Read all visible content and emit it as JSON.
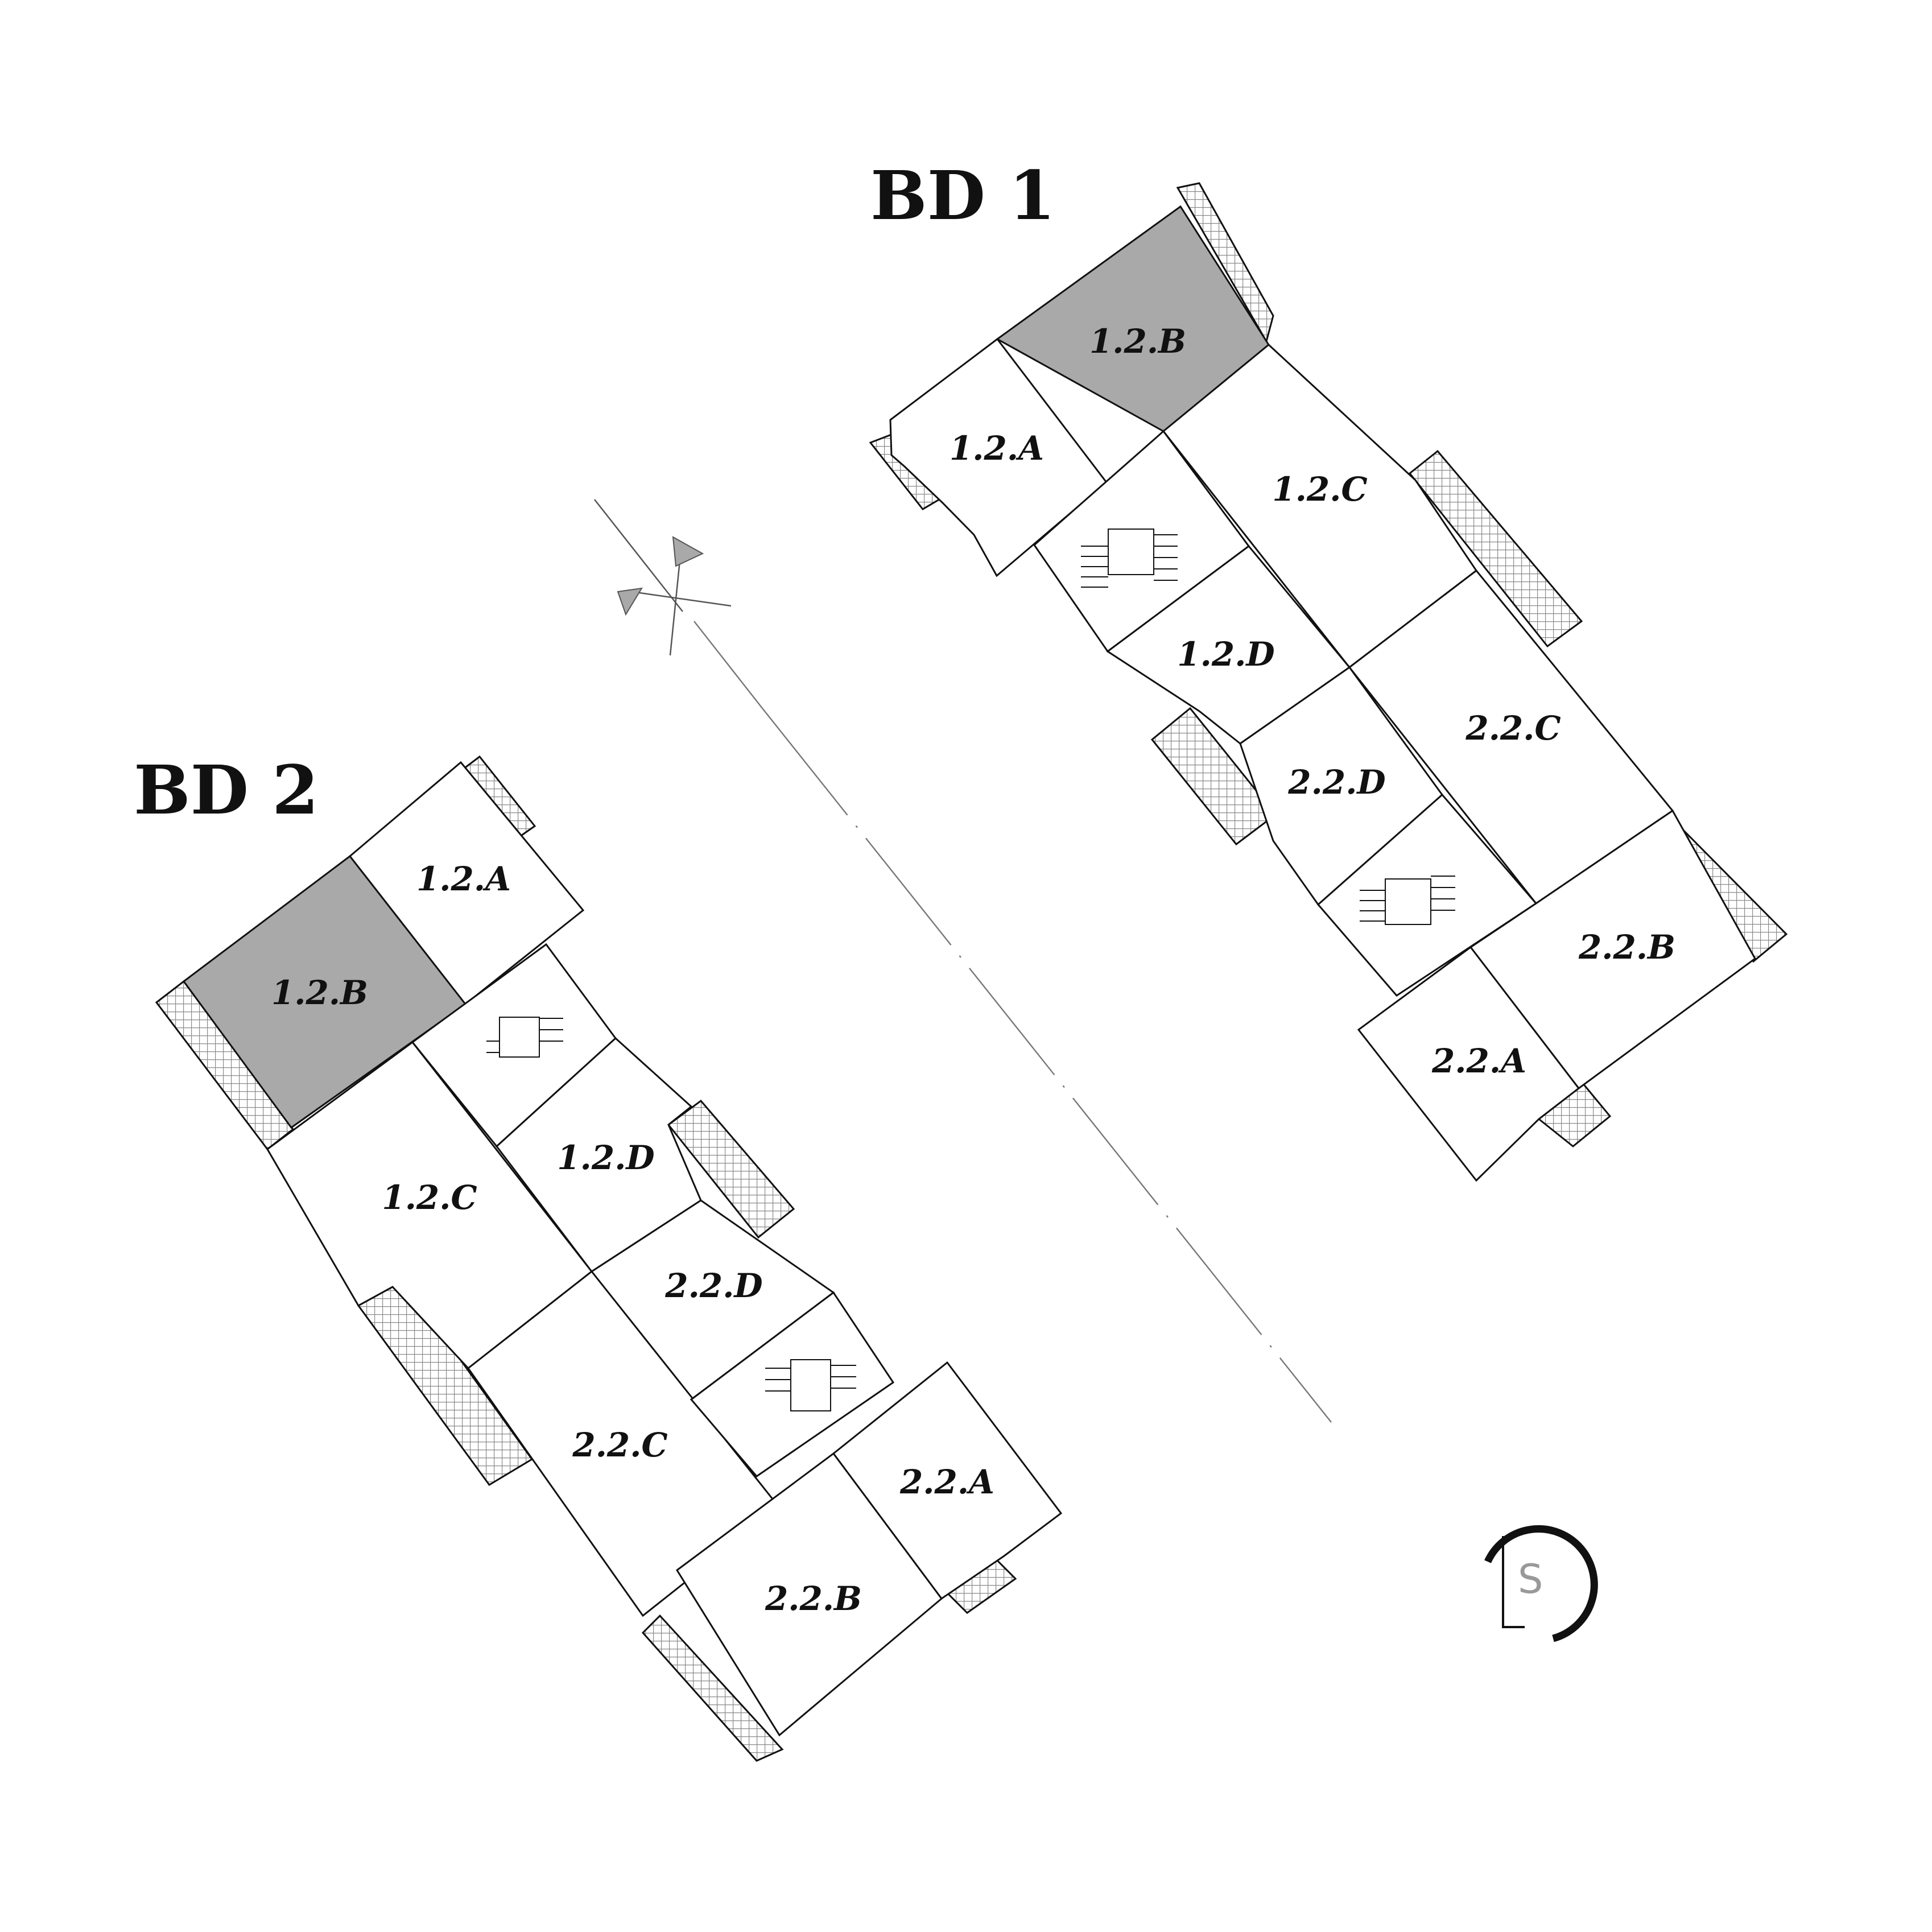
{
  "buildings": [
    {
      "title": "BD 1",
      "units": [
        {
          "key": "b1-1-2-b",
          "label": "1.2.B",
          "highlighted": true
        },
        {
          "key": "b1-1-2-a",
          "label": "1.2.A",
          "highlighted": false
        },
        {
          "key": "b1-1-2-c",
          "label": "1.2.C",
          "highlighted": false
        },
        {
          "key": "b1-1-2-d",
          "label": "1.2.D",
          "highlighted": false
        },
        {
          "key": "b1-2-2-c",
          "label": "2.2.C",
          "highlighted": false
        },
        {
          "key": "b1-2-2-d",
          "label": "2.2.D",
          "highlighted": false
        },
        {
          "key": "b1-2-2-b",
          "label": "2.2.B",
          "highlighted": false
        },
        {
          "key": "b1-2-2-a",
          "label": "2.2.A",
          "highlighted": false
        }
      ]
    },
    {
      "title": "BD 2",
      "units": [
        {
          "key": "b2-1-2-a",
          "label": "1.2.A",
          "highlighted": false
        },
        {
          "key": "b2-1-2-b",
          "label": "1.2.B",
          "highlighted": true
        },
        {
          "key": "b2-1-2-c",
          "label": "1.2.C",
          "highlighted": false
        },
        {
          "key": "b2-1-2-d",
          "label": "1.2.D",
          "highlighted": false
        },
        {
          "key": "b2-2-2-d",
          "label": "2.2.D",
          "highlighted": false
        },
        {
          "key": "b2-2-2-c",
          "label": "2.2.C",
          "highlighted": false
        },
        {
          "key": "b2-2-2-a",
          "label": "2.2.A",
          "highlighted": false
        },
        {
          "key": "b2-2-2-b",
          "label": "2.2.B",
          "highlighted": false
        }
      ]
    }
  ],
  "logo": {
    "letter": "S"
  },
  "colors": {
    "highlight": "#a9a9a9",
    "line": "#111111",
    "hatch": "#8a8a8a",
    "axis": "#777777"
  },
  "icons": [
    "north-arrow-icon",
    "logo-icon",
    "staircase-icon"
  ]
}
